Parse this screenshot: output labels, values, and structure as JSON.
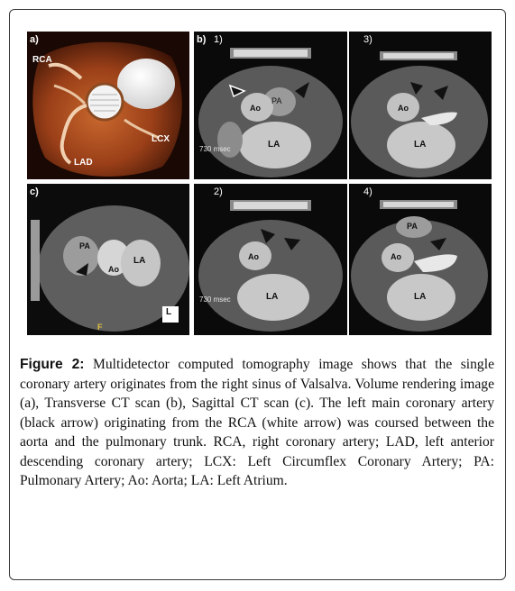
{
  "panels": {
    "a": {
      "label": "a)",
      "annotations": [
        "RCA",
        "LCX",
        "LAD"
      ]
    },
    "b1": {
      "label": "b)",
      "sublabel": "1)",
      "annotations": [
        "PA",
        "Ao",
        "LA"
      ],
      "footer": "730 msec"
    },
    "b3": {
      "sublabel": "3)",
      "annotations": [
        "Ao",
        "LA"
      ]
    },
    "c": {
      "label": "c)",
      "annotations": [
        "PA",
        "Ao",
        "LA",
        "L",
        "F"
      ]
    },
    "b2": {
      "sublabel": "2)",
      "annotations": [
        "Ao",
        "LA"
      ],
      "footer": "730 msec"
    },
    "b4": {
      "sublabel": "4)",
      "annotations": [
        "PA",
        "Ao",
        "LA"
      ]
    }
  },
  "caption": {
    "figure_label": "Figure 2:",
    "text": "Multidetector computed tomography image shows that the single coronary artery originates from the right sinus of Valsalva. Volume rendering image (a), Transverse CT scan (b), Sagittal CT scan (c). The left main coronary artery (black arrow) originating from the RCA (white arrow) was coursed between the aorta and the pulmonary trunk. RCA, right coronary artery; LAD, left anterior descending coronary artery; LCX: Left Circumflex Coronary Artery; PA: Pulmonary Artery; Ao: Aorta; LA: Left Atrium."
  }
}
